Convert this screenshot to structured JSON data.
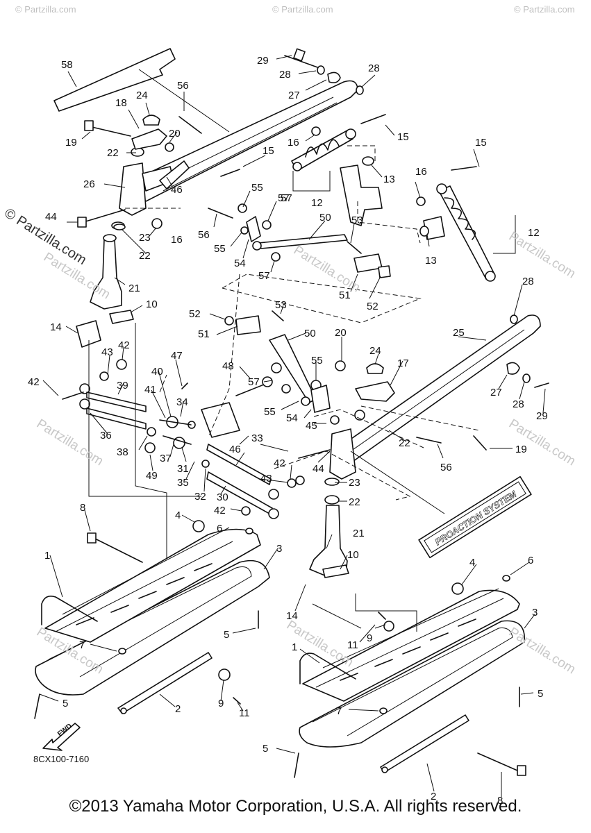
{
  "watermark": {
    "brand": "Partzilla.com",
    "corner_mark": "© Partzilla.com",
    "main_mark": "© Partzilla.com"
  },
  "fwd_label": "FWD",
  "drawing_code": "8CX100-7160",
  "logo_text": "PROACTION SYSTEM",
  "copyright": "©2013  Yamaha Motor Corporation, U.S.A. All rights reserved.",
  "callouts": [
    "29",
    "28",
    "28",
    "58",
    "56",
    "24",
    "27",
    "18",
    "20",
    "19",
    "16",
    "15",
    "22",
    "15",
    "15",
    "26",
    "46",
    "16",
    "55",
    "13",
    "44",
    "57",
    "12",
    "56",
    "50",
    "12",
    "23",
    "16",
    "55",
    "53",
    "57",
    "22",
    "54",
    "13",
    "21",
    "57",
    "51",
    "52",
    "10",
    "28",
    "14",
    "52",
    "53",
    "51",
    "50",
    "20",
    "24",
    "25",
    "43",
    "42",
    "17",
    "47",
    "42",
    "40",
    "39",
    "48",
    "55",
    "57",
    "41",
    "34",
    "55",
    "54",
    "27",
    "28",
    "29",
    "36",
    "45",
    "38",
    "37",
    "31",
    "22",
    "33",
    "56",
    "19",
    "49",
    "42",
    "44",
    "46",
    "35",
    "32",
    "30",
    "43",
    "23",
    "8",
    "4",
    "42",
    "6",
    "22",
    "21",
    "3",
    "1",
    "10",
    "4",
    "6",
    "7",
    "14",
    "5",
    "3",
    "11",
    "9",
    "5",
    "1",
    "2",
    "9",
    "11",
    "7",
    "5",
    "5",
    "2",
    "8"
  ]
}
